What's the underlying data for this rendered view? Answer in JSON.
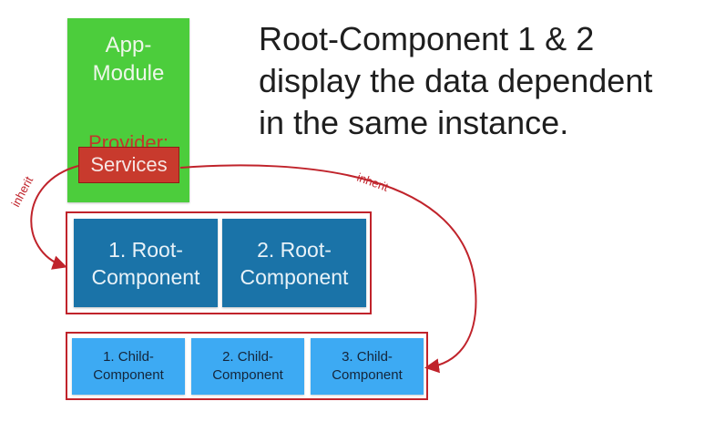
{
  "headline": "Root-Component 1 & 2\ndisplay the data dependent\nin the same instance.",
  "app_module": {
    "title": "App-\nModule",
    "provider_label": "Provider:",
    "services_label": "Services"
  },
  "root_components": [
    {
      "label": "1. Root-\nComponent"
    },
    {
      "label": "2. Root-\nComponent"
    }
  ],
  "child_components": [
    {
      "label": "1. Child-\nComponent"
    },
    {
      "label": "2. Child-\nComponent"
    },
    {
      "label": "3. Child-\nComponent"
    }
  ],
  "arrows": [
    {
      "label": "inherit"
    },
    {
      "label": "inherit"
    }
  ],
  "colors": {
    "app_module": "#4ccd3c",
    "services": "#c83a2d",
    "root_component": "#1a73a8",
    "child_component": "#3daaf3",
    "frame_and_arrows": "#c0232b"
  }
}
